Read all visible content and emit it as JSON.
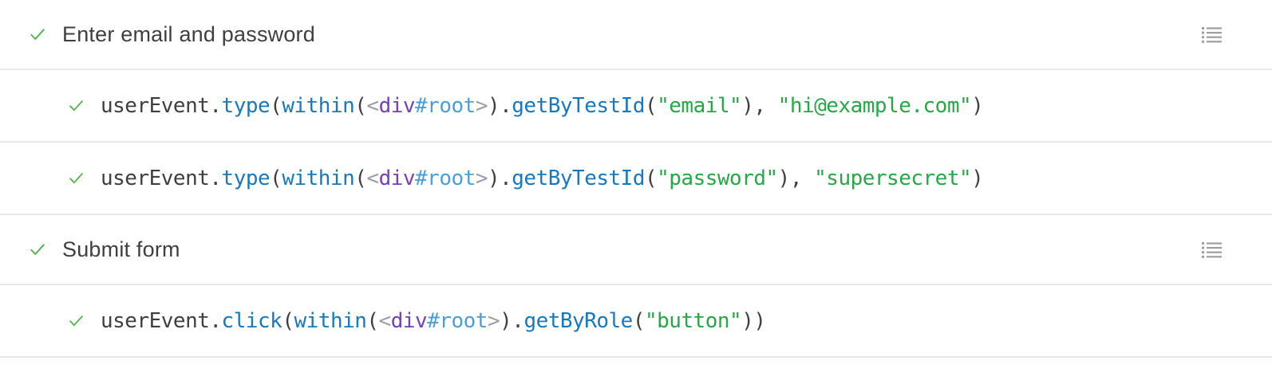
{
  "theme": {
    "bg": "#ffffff",
    "divider": "#e9e9e9",
    "text": "#3f3f3f",
    "check_green": "#52b64d",
    "icon_gray": "#9e9e9e",
    "code_colors": {
      "plain": "#3f3f3f",
      "method": "#1878bf",
      "angle": "#9aa0a6",
      "tag": "#7540b8",
      "id": "#4b9fd9",
      "string": "#25a846"
    }
  },
  "steps": [
    {
      "type": "header",
      "status": "passed",
      "label": "Enter email and password",
      "right_icon": "list-icon"
    },
    {
      "type": "command",
      "status": "passed",
      "tokens": [
        {
          "t": "userEvent.",
          "c": "plain"
        },
        {
          "t": "type",
          "c": "method"
        },
        {
          "t": "(",
          "c": "plain"
        },
        {
          "t": "within",
          "c": "method"
        },
        {
          "t": "(",
          "c": "plain"
        },
        {
          "t": "<",
          "c": "angle"
        },
        {
          "t": "div",
          "c": "tag"
        },
        {
          "t": "#root",
          "c": "id"
        },
        {
          "t": ">",
          "c": "angle"
        },
        {
          "t": ").",
          "c": "plain"
        },
        {
          "t": "getByTestId",
          "c": "method"
        },
        {
          "t": "(",
          "c": "plain"
        },
        {
          "t": "\"email\"",
          "c": "string"
        },
        {
          "t": "), ",
          "c": "plain"
        },
        {
          "t": "\"hi@example.com\"",
          "c": "string"
        },
        {
          "t": ")",
          "c": "plain"
        }
      ]
    },
    {
      "type": "command",
      "status": "passed",
      "tokens": [
        {
          "t": "userEvent.",
          "c": "plain"
        },
        {
          "t": "type",
          "c": "method"
        },
        {
          "t": "(",
          "c": "plain"
        },
        {
          "t": "within",
          "c": "method"
        },
        {
          "t": "(",
          "c": "plain"
        },
        {
          "t": "<",
          "c": "angle"
        },
        {
          "t": "div",
          "c": "tag"
        },
        {
          "t": "#root",
          "c": "id"
        },
        {
          "t": ">",
          "c": "angle"
        },
        {
          "t": ").",
          "c": "plain"
        },
        {
          "t": "getByTestId",
          "c": "method"
        },
        {
          "t": "(",
          "c": "plain"
        },
        {
          "t": "\"password\"",
          "c": "string"
        },
        {
          "t": "), ",
          "c": "plain"
        },
        {
          "t": "\"supersecret\"",
          "c": "string"
        },
        {
          "t": ")",
          "c": "plain"
        }
      ]
    },
    {
      "type": "header",
      "status": "passed",
      "label": "Submit form",
      "right_icon": "list-icon"
    },
    {
      "type": "command",
      "status": "passed",
      "tokens": [
        {
          "t": "userEvent.",
          "c": "plain"
        },
        {
          "t": "click",
          "c": "method"
        },
        {
          "t": "(",
          "c": "plain"
        },
        {
          "t": "within",
          "c": "method"
        },
        {
          "t": "(",
          "c": "plain"
        },
        {
          "t": "<",
          "c": "angle"
        },
        {
          "t": "div",
          "c": "tag"
        },
        {
          "t": "#root",
          "c": "id"
        },
        {
          "t": ">",
          "c": "angle"
        },
        {
          "t": ").",
          "c": "plain"
        },
        {
          "t": "getByRole",
          "c": "method"
        },
        {
          "t": "(",
          "c": "plain"
        },
        {
          "t": "\"button\"",
          "c": "string"
        },
        {
          "t": "))",
          "c": "plain"
        }
      ]
    }
  ]
}
